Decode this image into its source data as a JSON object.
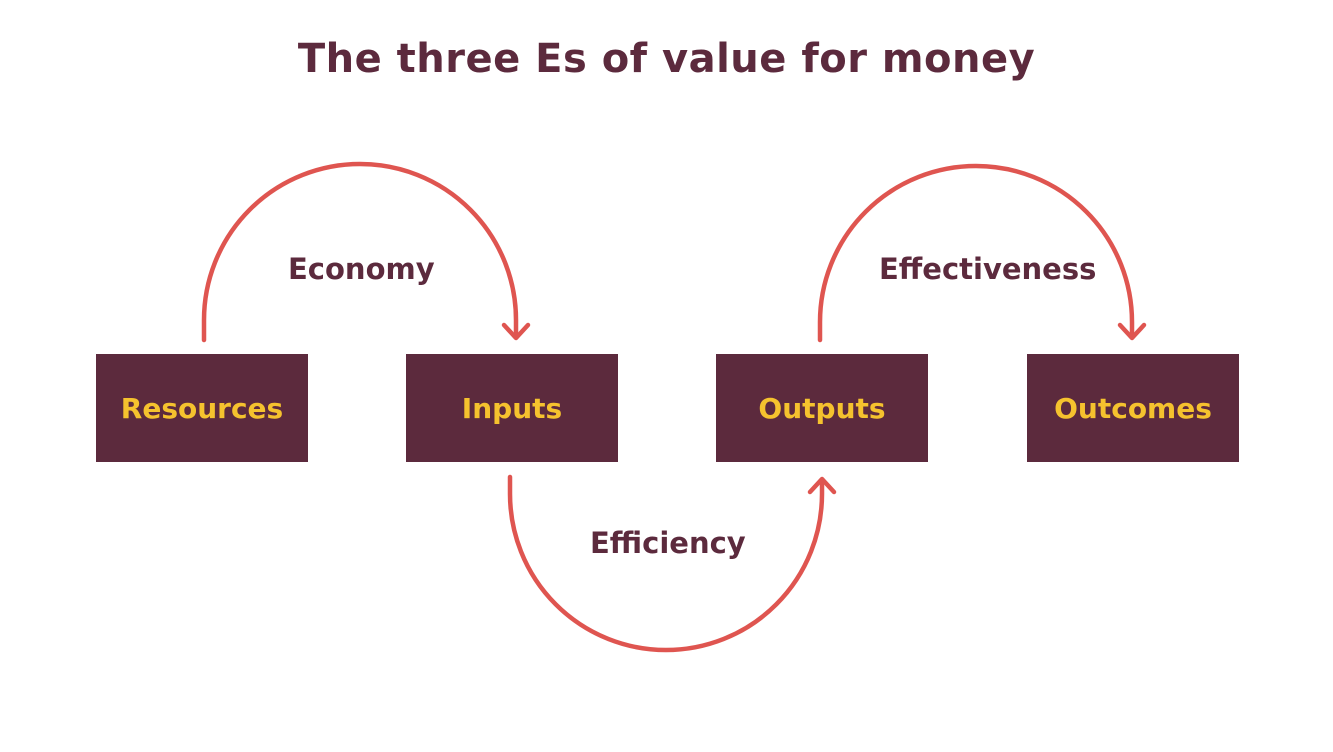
{
  "title": "The three Es of value for money",
  "boxes": [
    "Resources",
    "Inputs",
    "Outputs",
    "Outcomes"
  ],
  "arrows": {
    "economy": "Economy",
    "efficiency": "Efficiency",
    "effectiveness": "Effectiveness"
  },
  "colors": {
    "box": "#5c2a3d",
    "box_text": "#f5c22e",
    "arrow": "#df5550",
    "title": "#5c2a3d"
  }
}
